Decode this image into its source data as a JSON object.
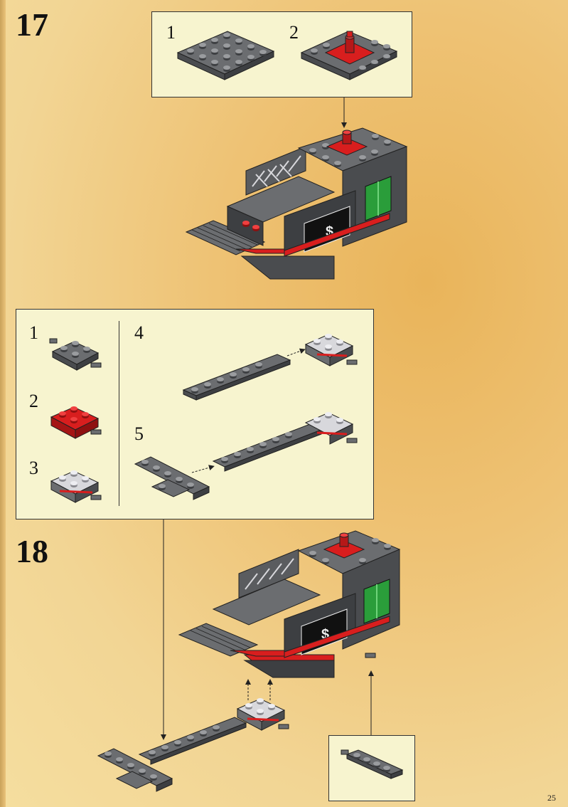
{
  "steps": [
    {
      "number": "17"
    },
    {
      "number": "18"
    }
  ],
  "step17_box": {
    "sub_steps": [
      "1",
      "2"
    ]
  },
  "subassembly_box": {
    "sub_steps": [
      "1",
      "2",
      "3",
      "4",
      "5"
    ]
  },
  "page_number": "25",
  "colors": {
    "brick_gray": "#6b6d70",
    "brick_gray_light": "#8e9093",
    "brick_gray_dark": "#3d3f42",
    "brick_red": "#d81e1e",
    "brick_white": "#d8d8dc",
    "brick_green": "#2a9d3a",
    "box_fill": "#f7f4cf"
  }
}
